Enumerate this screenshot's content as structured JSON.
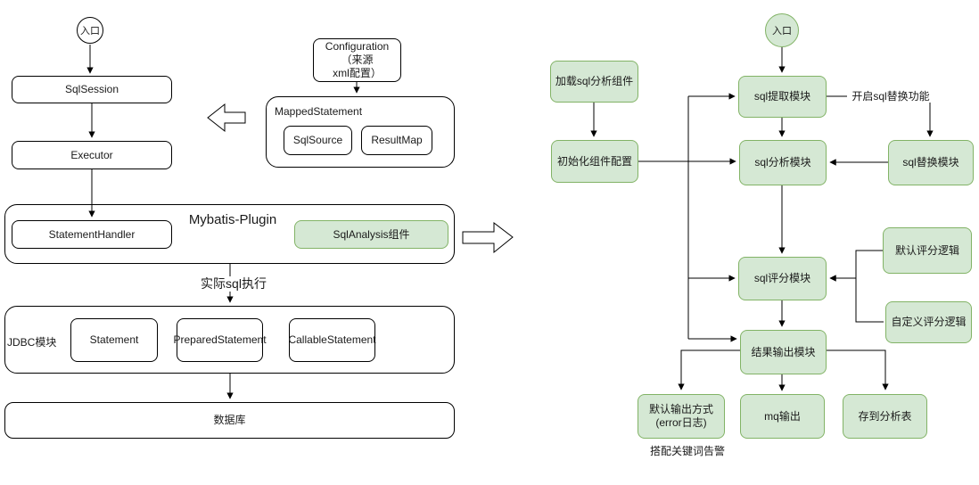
{
  "colors": {
    "green_fill": "#d5e8d4",
    "green_border": "#82b366",
    "white_fill": "#ffffff",
    "black_border": "#000000",
    "line": "#000000"
  },
  "diagram_left": {
    "entry_label": "入口",
    "nodes": {
      "sqlsession": "SqlSession",
      "executor": "Executor",
      "statement_handler": "StatementHandler",
      "sql_analysis": "SqlAnalysis组件",
      "statement": "Statement",
      "prepared_statement": "PreparedStatement",
      "callable_statement": "CallableStatement",
      "database": "数据库",
      "sql_source": "SqlSource",
      "result_map": "ResultMap"
    },
    "containers": {
      "mybatis_plugin": "Mybatis-Plugin",
      "jdbc_module": "JDBC模块",
      "mapped_statement": "MappedStatement"
    },
    "configuration": {
      "line1": "Configuration（来源",
      "line2": "xml配置）"
    },
    "labels": {
      "actual_sql_exec": "实际sql执行"
    }
  },
  "diagram_right": {
    "entry_label": "入口",
    "nodes": {
      "load_component": "加载sql分析组件",
      "init_config": "初始化组件配置",
      "sql_extract": "sql提取模块",
      "sql_analyze": "sql分析模块",
      "sql_replace": "sql替换模块",
      "sql_score": "sql评分模块",
      "default_score_logic": "默认评分逻辑",
      "custom_score_logic": "自定义评分逻辑",
      "result_output": "结果输出模块",
      "default_output_line1": "默认输出方式",
      "default_output_line2": "(error日志)",
      "mq_output": "mq输出",
      "save_to_table": "存到分析表"
    },
    "labels": {
      "enable_sql_replace": "开启sql替换功能",
      "keyword_alert": "搭配关键词告警"
    }
  }
}
